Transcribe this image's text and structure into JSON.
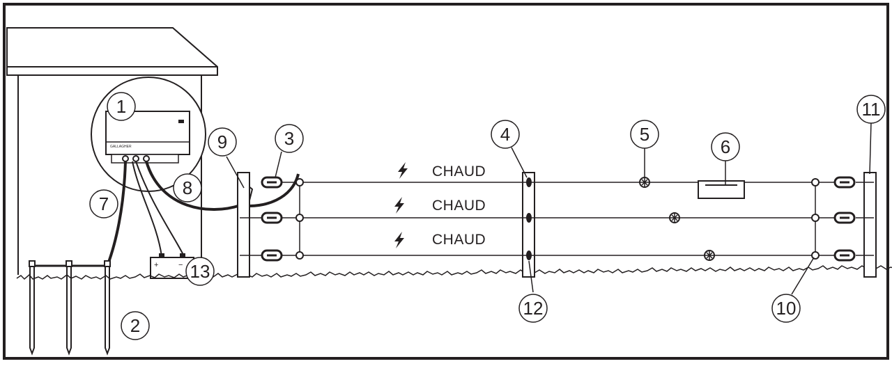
{
  "diagram": {
    "callouts": [
      "1",
      "2",
      "3",
      "4",
      "5",
      "6",
      "7",
      "8",
      "9",
      "10",
      "11",
      "12",
      "13"
    ],
    "wire_labels": [
      "CHAUD",
      "CHAUD",
      "CHAUD"
    ],
    "energizer_brand": "GALLAGHER",
    "battery_plus": "+",
    "battery_minus": "−",
    "colors": {
      "line": "#231f20",
      "background": "#ffffff"
    },
    "icons": [
      "lightning-bolt-icon",
      "insulator-icon",
      "wire-connector-icon"
    ]
  }
}
